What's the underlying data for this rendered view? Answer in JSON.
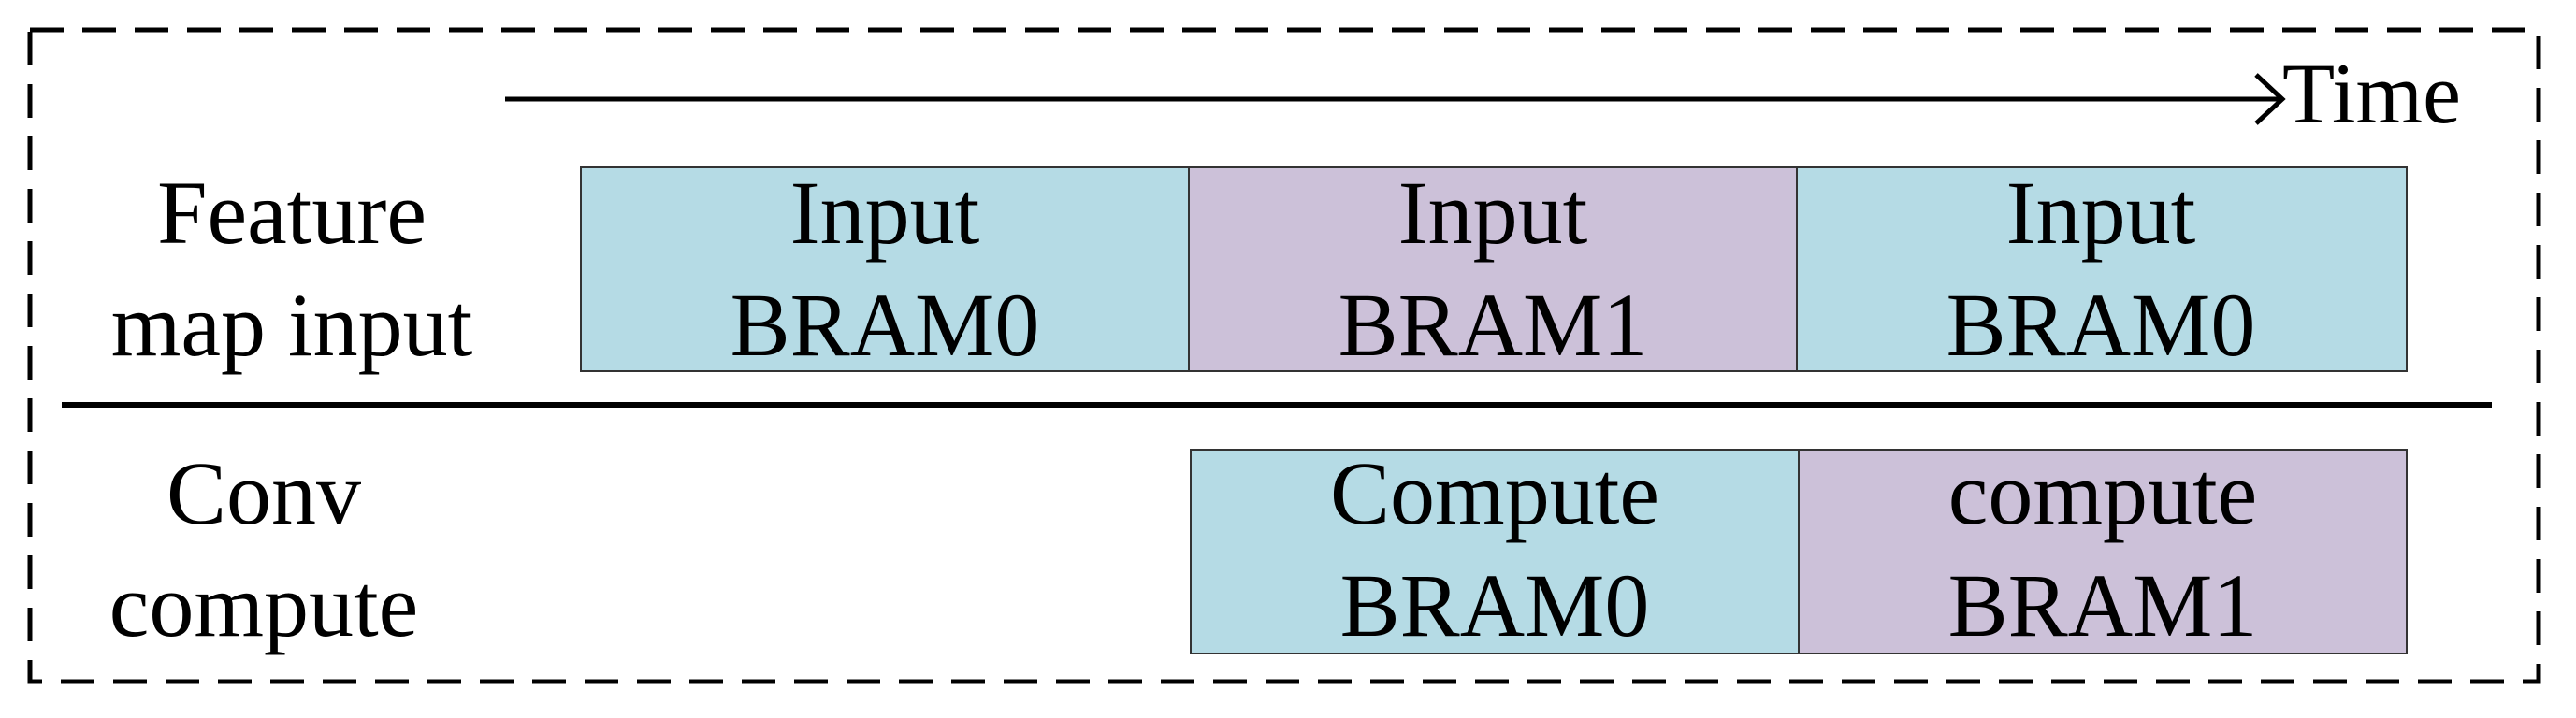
{
  "colors": {
    "bram0": "#b5dbe5",
    "bram1": "#ccc1d9",
    "line": "#000000",
    "cell_border": "#333333"
  },
  "axis": {
    "label": "Time"
  },
  "rows": [
    {
      "label_line1": "Feature",
      "label_line2": "map input",
      "cells": [
        {
          "line1": "Input",
          "line2": "BRAM0",
          "buffer": "bram0"
        },
        {
          "line1": "Input",
          "line2": "BRAM1",
          "buffer": "bram1"
        },
        {
          "line1": "Input",
          "line2": "BRAM0",
          "buffer": "bram0"
        }
      ]
    },
    {
      "label_line1": "Conv",
      "label_line2": "compute",
      "cells": [
        {
          "line1": "Compute",
          "line2": "BRAM0",
          "buffer": "bram0"
        },
        {
          "line1": "compute",
          "line2": "BRAM1",
          "buffer": "bram1"
        }
      ]
    }
  ]
}
